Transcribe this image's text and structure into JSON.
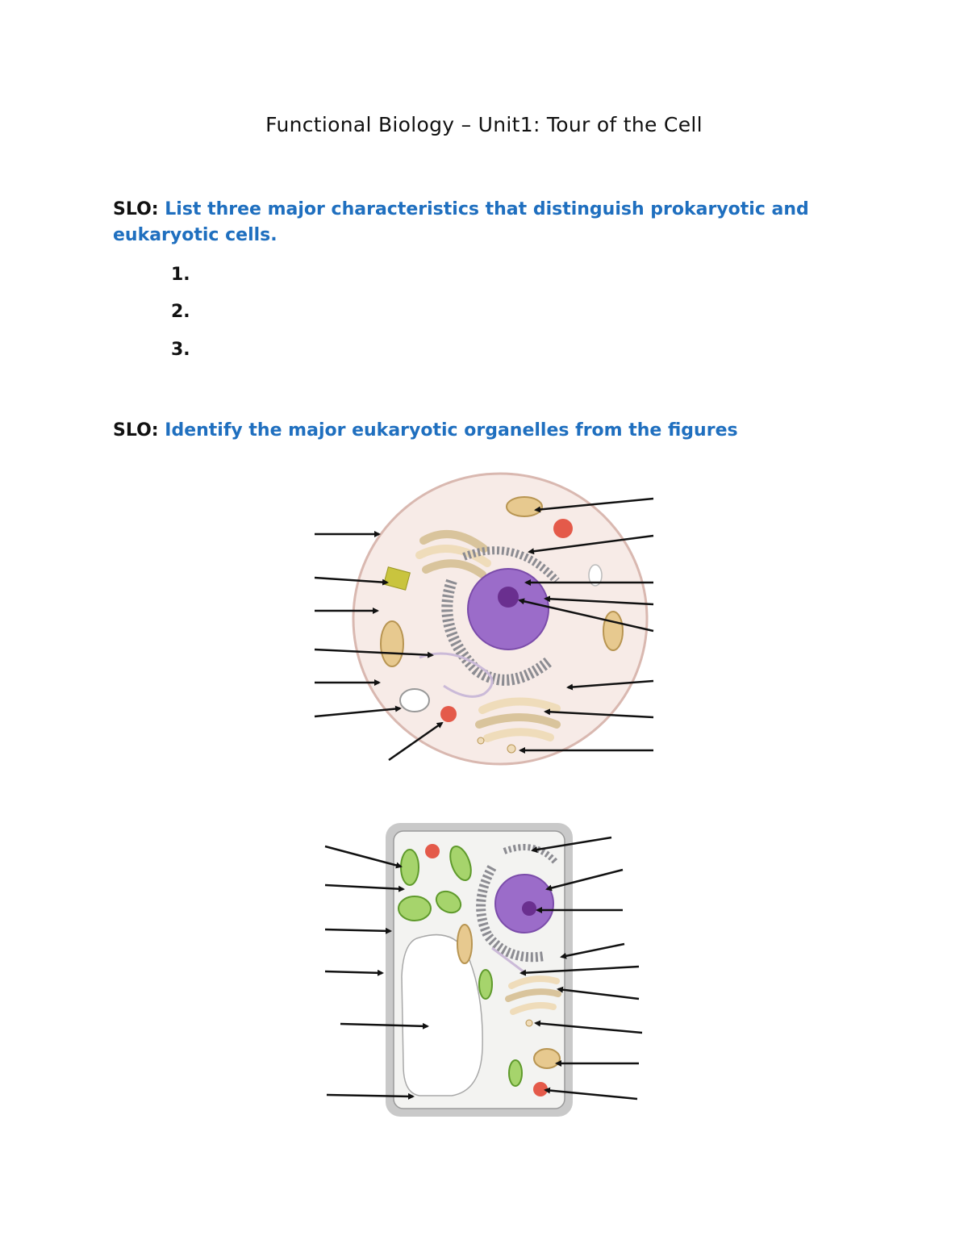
{
  "title": "Functional Biology – Unit1: Tour of the Cell",
  "slo1": {
    "label": "SLO:",
    "text": "List three major characteristics that distinguish prokaryotic and eukaryotic cells."
  },
  "answers": [
    "1.",
    "2.",
    "3."
  ],
  "slo2": {
    "label": "SLO:",
    "text": "Identify the major eukaryotic organelles from the figures"
  },
  "colors": {
    "slo_text": "#1f6fbf",
    "cell_fill": "#f7ebe7",
    "cell_membrane": "#d9b8b0",
    "nucleus": "#9b6cc9",
    "nucleolus": "#6a2f8f",
    "mitochondria": "#e7c98f",
    "golgi": "#efdcba",
    "lysosome": "#e45a4a",
    "chloroplast": "#8bc34a",
    "plant_wall": "#c9c9c9"
  }
}
